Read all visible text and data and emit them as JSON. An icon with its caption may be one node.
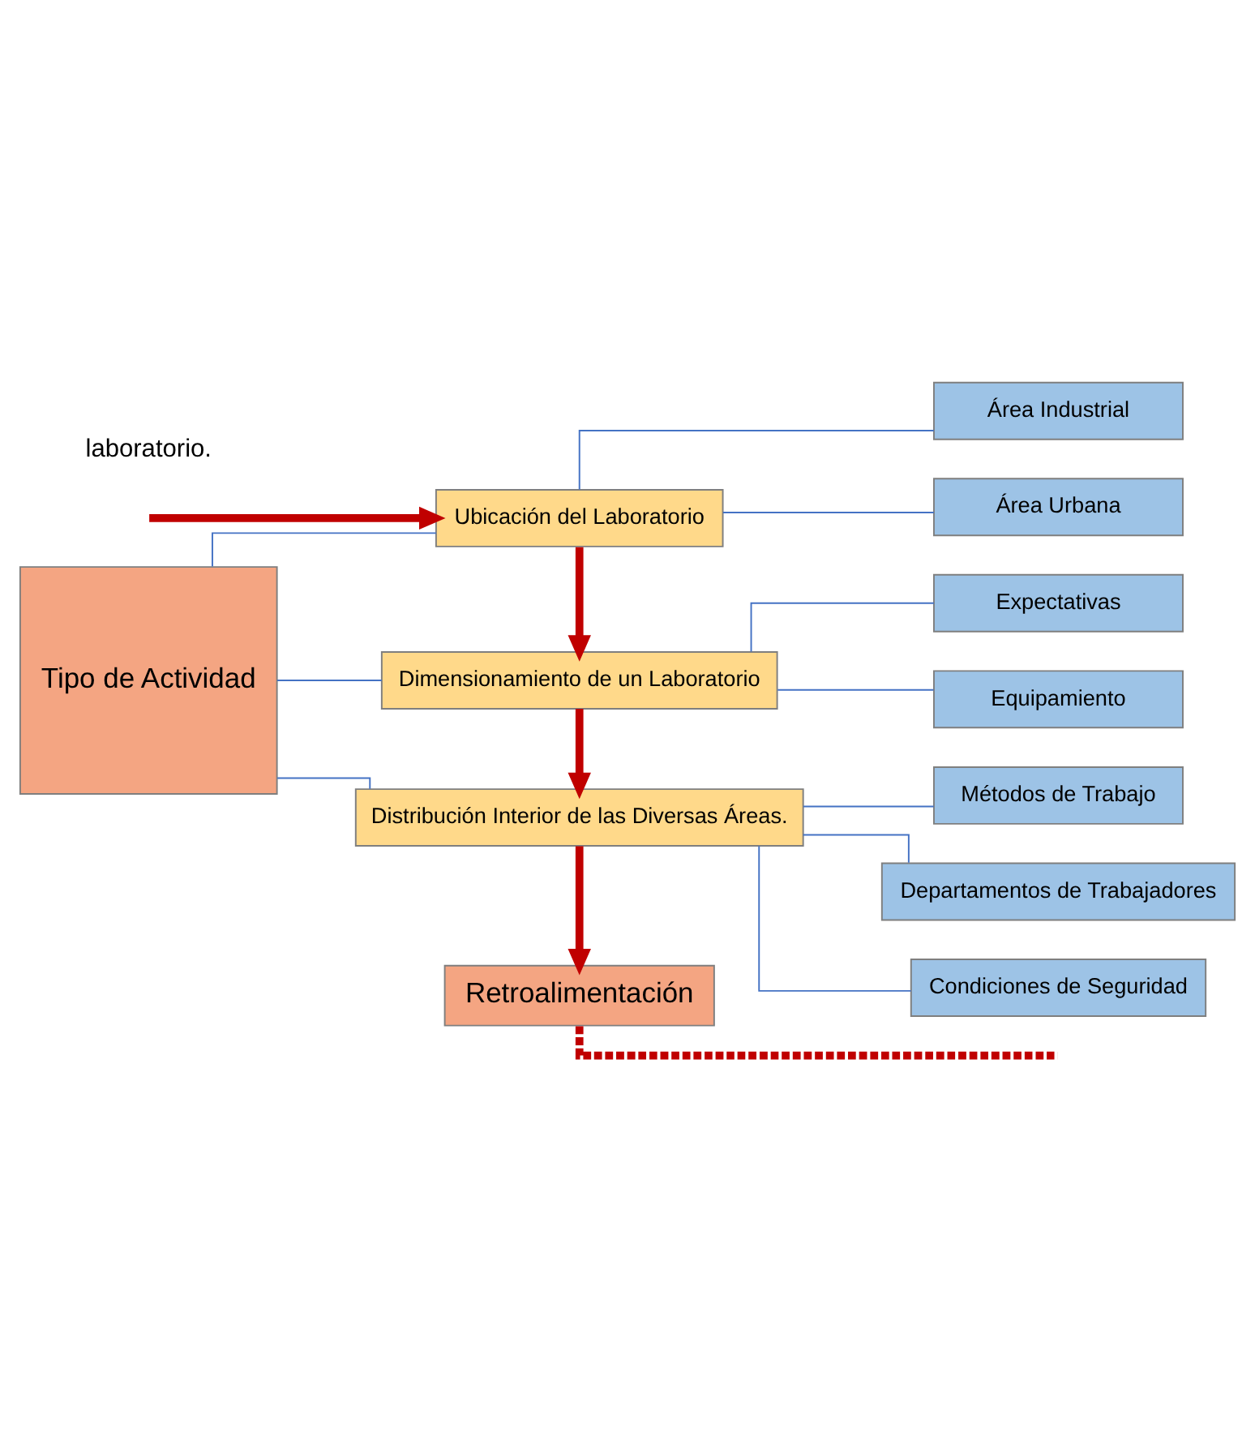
{
  "diagram": {
    "nodes": [
      {
        "text": [
          "Tipo de Actividad"
        ]
      },
      {
        "text": [
          "Ubicación del Laboratorio"
        ]
      },
      {
        "text": [
          "Área Industrial"
        ]
      },
      {
        "text": [
          "Área Urbana"
        ]
      },
      {
        "text": [
          "Dimensionamiento de un Laboratorio"
        ]
      },
      {
        "text": [
          "Expectativas"
        ]
      },
      {
        "text": [
          "Equipamiento"
        ]
      },
      {
        "text": [
          "Métodos de Trabajo"
        ]
      },
      {
        "text": [
          "Departamentos de Trabajadores"
        ]
      },
      {
        "text": [
          "Condiciones de Seguridad"
        ]
      },
      {
        "text": [
          "Distribución Interior de las Diversas Áreas."
        ]
      },
      {
        "text": [
          "Retroalimentación"
        ]
      }
    ],
    "edges": [
      {
        "from": 0,
        "to": 1,
        "arrow": "none"
      },
      {
        "from": 0,
        "to": 4,
        "arrow": "none"
      },
      {
        "from": 0,
        "to": 10,
        "arrow": "none"
      },
      {
        "from": 1,
        "to": 2,
        "arrow": "none"
      },
      {
        "from": 1,
        "to": 3,
        "arrow": "none"
      },
      {
        "from": 4,
        "to": 5,
        "arrow": "none"
      },
      {
        "from": 4,
        "to": 6,
        "arrow": "none"
      },
      {
        "from": 10,
        "to": 7,
        "arrow": "none"
      },
      {
        "from": 10,
        "to": 8,
        "arrow": "none"
      },
      {
        "from": 10,
        "to": 9,
        "arrow": "none"
      },
      {
        "from": null,
        "to": 1,
        "arrow": "to",
        "style": "thick",
        "color": "#c00000"
      },
      {
        "from": 1,
        "to": 4,
        "arrow": "to",
        "style": "thick",
        "color": "#c00000"
      },
      {
        "from": 4,
        "to": 10,
        "arrow": "to",
        "style": "thick",
        "color": "#c00000"
      },
      {
        "from": 10,
        "to": 11,
        "arrow": "to",
        "style": "thick",
        "color": "#c00000"
      },
      {
        "from": 11,
        "to": null,
        "arrow": "none",
        "style": "dashed",
        "color": "#c00000"
      }
    ],
    "labels": [
      "laboratorio."
    ]
  }
}
